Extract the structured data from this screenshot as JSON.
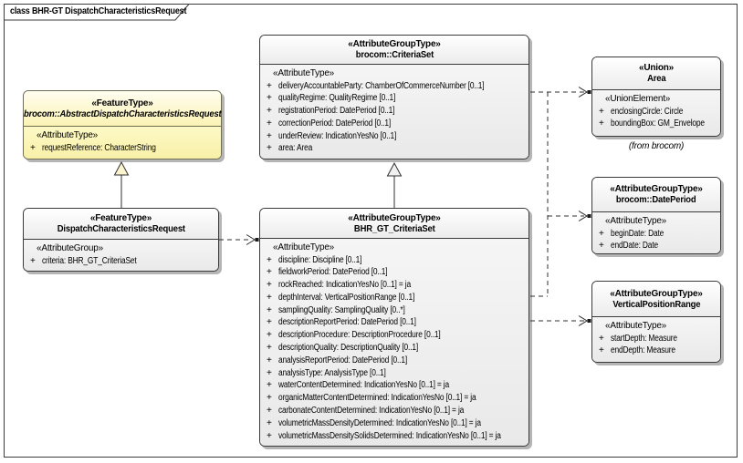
{
  "frame": {
    "tab_label": "class BHR-GT DispatchCharacteristicsRequest"
  },
  "boxes": {
    "abstract_request": {
      "stereotype": "«FeatureType»",
      "name": "brocom::AbstractDispatchCharacteristicsRequest",
      "body_stereotype": "«AttributeType»",
      "attributes": [
        {
          "v": "+",
          "t": "requestReference: CharacterString"
        }
      ]
    },
    "dispatch_request": {
      "stereotype": "«FeatureType»",
      "name": "DispatchCharacteristicsRequest",
      "body_stereotype": "«AttributeGroup»",
      "attributes": [
        {
          "v": "+",
          "t": "criteria: BHR_GT_CriteriaSet"
        }
      ]
    },
    "criteria_set": {
      "stereotype": "«AttributeGroupType»",
      "name": "brocom::CriteriaSet",
      "body_stereotype": "«AttributeType»",
      "attributes": [
        {
          "v": "+",
          "t": "deliveryAccountableParty: ChamberOfCommerceNumber [0..1]"
        },
        {
          "v": "+",
          "t": "qualityRegime: QualityRegime [0..1]"
        },
        {
          "v": "+",
          "t": "registrationPeriod: DatePeriod [0..1]"
        },
        {
          "v": "+",
          "t": "correctionPeriod: DatePeriod [0..1]"
        },
        {
          "v": "+",
          "t": "underReview: IndicationYesNo [0..1]"
        },
        {
          "v": "+",
          "t": "area: Area"
        }
      ]
    },
    "bhr_gt_criteria_set": {
      "stereotype": "«AttributeGroupType»",
      "name": "BHR_GT_CriteriaSet",
      "body_stereotype": "«AttributeType»",
      "attributes": [
        {
          "v": "+",
          "t": "discipline: Discipline [0..1]"
        },
        {
          "v": "+",
          "t": "fieldworkPeriod: DatePeriod [0..1]"
        },
        {
          "v": "+",
          "t": "rockReached: IndicationYesNo [0..1] = ja"
        },
        {
          "v": "+",
          "t": "depthInterval: VerticalPositionRange [0..1]"
        },
        {
          "v": "+",
          "t": "samplingQuality: SamplingQuality [0..*]"
        },
        {
          "v": "+",
          "t": "descriptionReportPeriod: DatePeriod [0..1]"
        },
        {
          "v": "+",
          "t": "descriptionProcedure: DescriptionProcedure [0..1]"
        },
        {
          "v": "+",
          "t": "descriptionQuality: DescriptionQuality [0..1]"
        },
        {
          "v": "+",
          "t": "analysisReportPeriod: DatePeriod [0..1]"
        },
        {
          "v": "+",
          "t": "analysisType: AnalysisType [0..1]"
        },
        {
          "v": "+",
          "t": "waterContentDetermined: IndicationYesNo [0..1] = ja"
        },
        {
          "v": "+",
          "t": "organicMatterContentDetermined: IndicationYesNo [0..1] = ja"
        },
        {
          "v": "+",
          "t": "carbonateContentDetermined: IndicationYesNo [0..1] = ja"
        },
        {
          "v": "+",
          "t": "volumetricMassDensityDetermined: IndicationYesNo [0..1] = ja"
        },
        {
          "v": "+",
          "t": "volumetricMassDensitySolidsDetermined: IndicationYesNo [0..1] = ja"
        }
      ]
    },
    "area": {
      "stereotype": "«Union»",
      "name": "Area",
      "body_stereotype": "«UnionElement»",
      "attributes": [
        {
          "v": "+",
          "t": "enclosingCircle: Circle"
        },
        {
          "v": "+",
          "t": "boundingBox: GM_Envelope"
        }
      ],
      "note": "(from brocom)"
    },
    "date_period": {
      "stereotype": "«AttributeGroupType»",
      "name": "brocom::DatePeriod",
      "body_stereotype": "«AttributeType»",
      "attributes": [
        {
          "v": "+",
          "t": "beginDate: Date"
        },
        {
          "v": "+",
          "t": "endDate: Date"
        }
      ]
    },
    "vertical_position_range": {
      "stereotype": "«AttributeGroupType»",
      "name": "VerticalPositionRange",
      "body_stereotype": "«AttributeType»",
      "attributes": [
        {
          "v": "+",
          "t": "startDepth: Measure"
        },
        {
          "v": "+",
          "t": "endDepth: Measure"
        }
      ]
    }
  },
  "colors": {
    "bg": "#ffffff",
    "frame-border": "#3c3c3c",
    "box-border": "#3a3a3a",
    "gray-header-top": "#ffffff",
    "gray-header-bottom": "#ececec",
    "gray-body-top": "#f5f5f5",
    "gray-body-bottom": "#e9e9e9",
    "yellow-border": "#6e6e52",
    "yellow-header-top": "#fffdf0",
    "yellow-header-bottom": "#fbf3b4",
    "yellow-body-top": "#fdf9c6",
    "yellow-body-bottom": "#f8f0a8",
    "shadow": "#b5b5b5",
    "line": "#2f2f2f",
    "triangle-yellow": "#fbf4cf",
    "triangle-gray": "#f0f0f0"
  }
}
